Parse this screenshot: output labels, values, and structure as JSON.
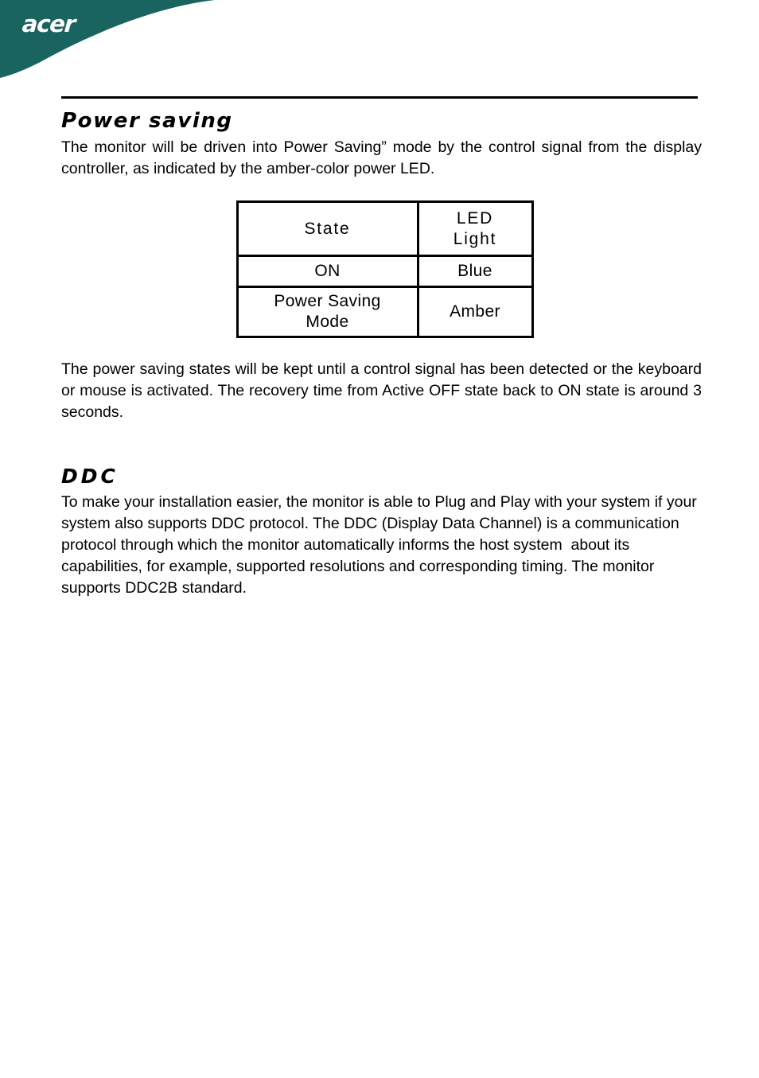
{
  "header": {
    "brand": "acer",
    "banner_color": "#1a6460"
  },
  "sections": [
    {
      "id": "power-saving",
      "heading": "Power saving",
      "intro": "The monitor will be driven into Power Saving” mode by the control signal from the display controller, as indicated by the amber-color power LED.",
      "after_table": "The power saving states will be kept until a control signal has been detected or the keyboard or mouse is activated. The recovery time from Active OFF state back to ON state is around 3 seconds."
    },
    {
      "id": "ddc",
      "heading": "DDC",
      "body": "To make your installation easier, the monitor is able to Plug and Play with your system if your system also supports DDC protocol. The DDC (Display Data Channel) is a communication protocol through which the monitor automatically informs the host system  about its capabilities, for example, supported resolutions and corresponding timing. The monitor supports DDC2B standard."
    }
  ],
  "led_table": {
    "headers": {
      "state": "State",
      "led_line1": "LED",
      "led_line2": "Light"
    },
    "rows": [
      {
        "state_line1": "ON",
        "state_line2": "",
        "led": "Blue"
      },
      {
        "state_line1": "Power Saving",
        "state_line2": "Mode",
        "led": "Amber"
      }
    ]
  }
}
